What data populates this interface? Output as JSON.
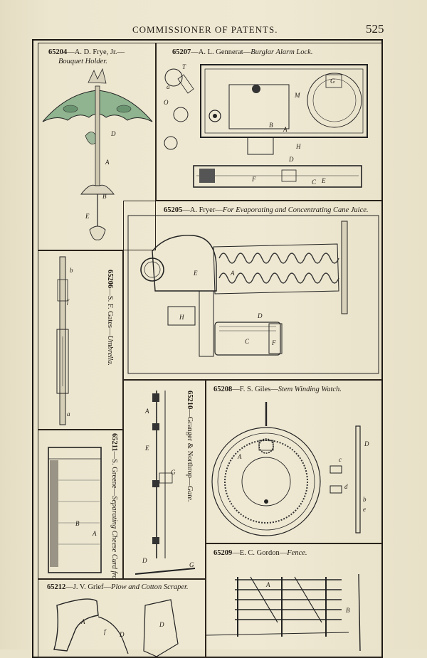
{
  "header": {
    "title": "COMMISSIONER OF PATENTS.",
    "page_number": "525"
  },
  "patents": {
    "p65204": {
      "number": "65204",
      "sep": "—",
      "name": "A. D. Frye, Jr.—",
      "title": "Bouquet Holder."
    },
    "p65207": {
      "number": "65207",
      "sep": "—",
      "name": "A. L. Gennerat—",
      "title": "Burglar Alarm Lock."
    },
    "p65205": {
      "number": "65205",
      "sep": "—",
      "name": "A. Fryer—",
      "title": "For Evaporating and Concentrating Cane Juice."
    },
    "p65206": {
      "number": "65206",
      "sep": "—",
      "name": "S. F. Gates—",
      "title": "Umbrella."
    },
    "p65211": {
      "number": "65211",
      "sep": "—",
      "name": "S. Greene—",
      "title": "Separating Cheese Curd from Whey."
    },
    "p65210": {
      "number": "65210",
      "sep": "—",
      "name": "Granger & Northrop—",
      "title": "Gate."
    },
    "p65208": {
      "number": "65208",
      "sep": "—",
      "name": "F. S. Giles—",
      "title": "Stem Winding Watch."
    },
    "p65209": {
      "number": "65209",
      "sep": "—",
      "name": "E. C. Gordon—",
      "title": "Fence."
    },
    "p65212": {
      "number": "65212",
      "sep": "—",
      "name": "J. V. Grief—",
      "title": "Plow and Cotton Scraper."
    }
  },
  "figure_letters": {
    "bouquet": [
      "D",
      "A",
      "B",
      "E"
    ],
    "lock": [
      "T",
      "G",
      "a",
      "O",
      "M",
      "H",
      "B",
      "A",
      "D",
      "C",
      "E",
      "F"
    ],
    "evaporator": [
      "E",
      "A",
      "H",
      "D",
      "C",
      "F"
    ],
    "umbrella": [
      "b",
      "f",
      "a"
    ],
    "cheese": [
      "B",
      "A"
    ],
    "gate": [
      "A",
      "E",
      "G",
      "D",
      "G"
    ],
    "watch": [
      "A",
      "D",
      "c",
      "d",
      "b",
      "e"
    ],
    "fence": [
      "A",
      "B"
    ],
    "plow": [
      "A",
      "f",
      "D",
      "D"
    ]
  },
  "colors": {
    "paper": "#ece6cf",
    "ink": "#1f1a14",
    "hand_tint": "#7fae86"
  }
}
